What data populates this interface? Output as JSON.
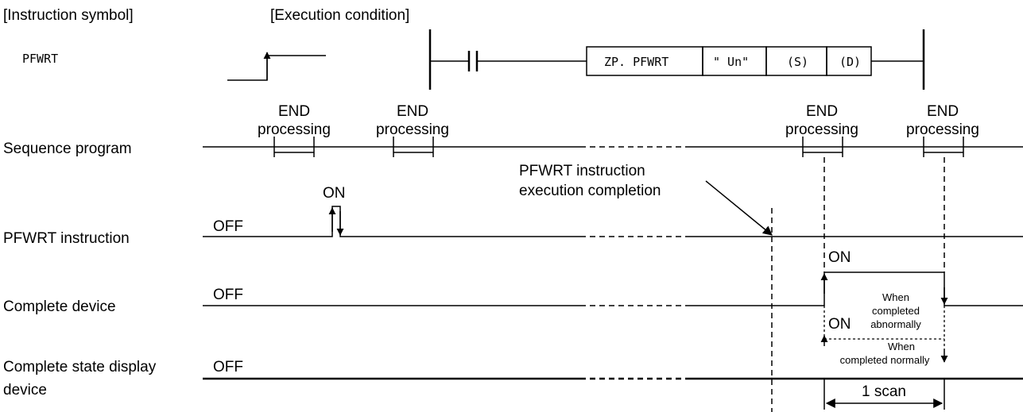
{
  "headers": {
    "instruction_symbol": "[Instruction symbol]",
    "execution_condition": "[Execution condition]"
  },
  "instruction_name": "PFWRT",
  "ladder": {
    "cells": [
      "ZP. PFWRT",
      "\" Un\"",
      "(S)",
      "(D)"
    ]
  },
  "end_labels": {
    "end": "END",
    "processing": "processing"
  },
  "rows": {
    "sequence_program": "Sequence program",
    "pfwrt_instruction": "PFWRT instruction",
    "complete_device": "Complete device",
    "complete_state_1": "Complete state display",
    "complete_state_2": "device"
  },
  "states": {
    "on": "ON",
    "off": "OFF"
  },
  "annotation": {
    "line1": "PFWRT instruction",
    "line2": "execution completion"
  },
  "notes": {
    "abnormal": [
      "When",
      "completed",
      "abnormally"
    ],
    "normal": [
      "When",
      "completed normally"
    ]
  },
  "scan_label": "1 scan"
}
